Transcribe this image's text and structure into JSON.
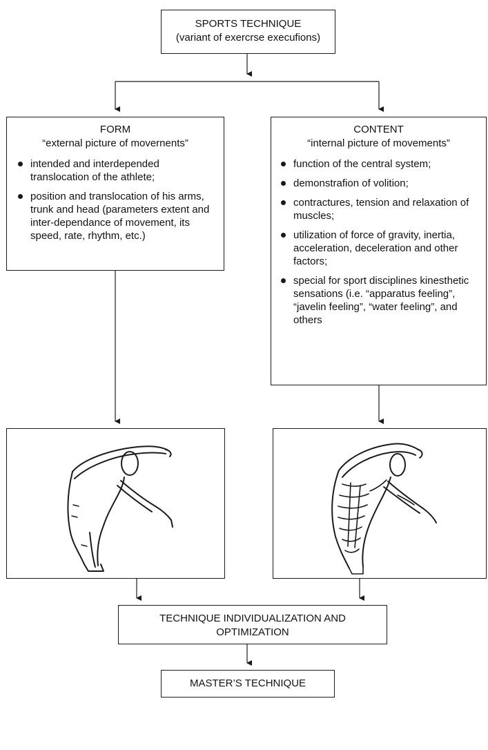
{
  "top_box": {
    "title": "SPORTS TECHNIQUE",
    "subtitle": "(variant of exercrse execufions)"
  },
  "form_box": {
    "title": "FORM",
    "subtitle": "“external picture of movernents”",
    "items": [
      "intended and interdepended translocation of the athlete;",
      "position and translocation of his arms, trunk and head (parameters extent and inter-dependance of movement, its speed, rate, rhythm, etc.)"
    ]
  },
  "content_box": {
    "title": "CONTENT",
    "subtitle": "“internal picture of movements”",
    "items": [
      "function of the central system;",
      "demonstrafion of volition;",
      "contractures, tension and relaxation of muscles;",
      "utilization of force of gravity, inertia, acceleration, deceleration and other factors;",
      "special for sport disciplines kinesthetic sensations (i.e. “apparatus feeling”, “javelin feeling”, “water feeling”, and others"
    ]
  },
  "figures": {
    "left": "athlete-outline-figure",
    "right": "athlete-muscle-figure"
  },
  "individualization_box": {
    "line1": "TECHNIQUE INDIVIDUALIZATION AND",
    "line2": "OPTIMIZATION"
  },
  "master_box": {
    "title": "MASTER’S TECHNIQUE"
  }
}
